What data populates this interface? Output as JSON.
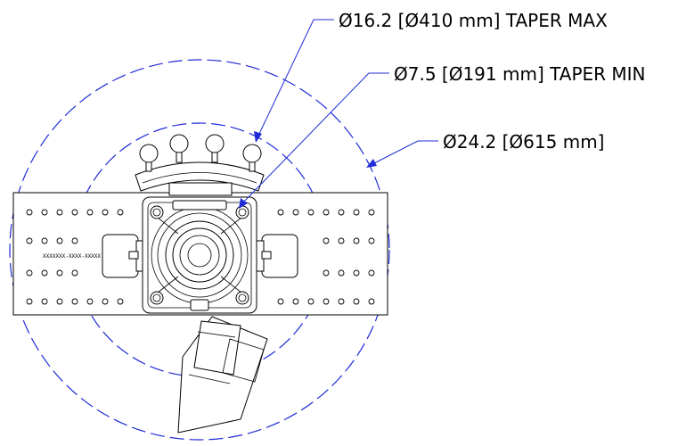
{
  "callouts": {
    "taper_max": "Ø16.2 [Ø410 mm] TAPER MAX",
    "taper_min": "Ø7.5 [Ø191 mm] TAPER MIN",
    "outer": "Ø24.2 [Ø615 mm]"
  },
  "plate_marking": "XXXXXXX-XXXX-XXXXX",
  "colors": {
    "dimension": "#1f2bd6",
    "linework": "#000000"
  }
}
